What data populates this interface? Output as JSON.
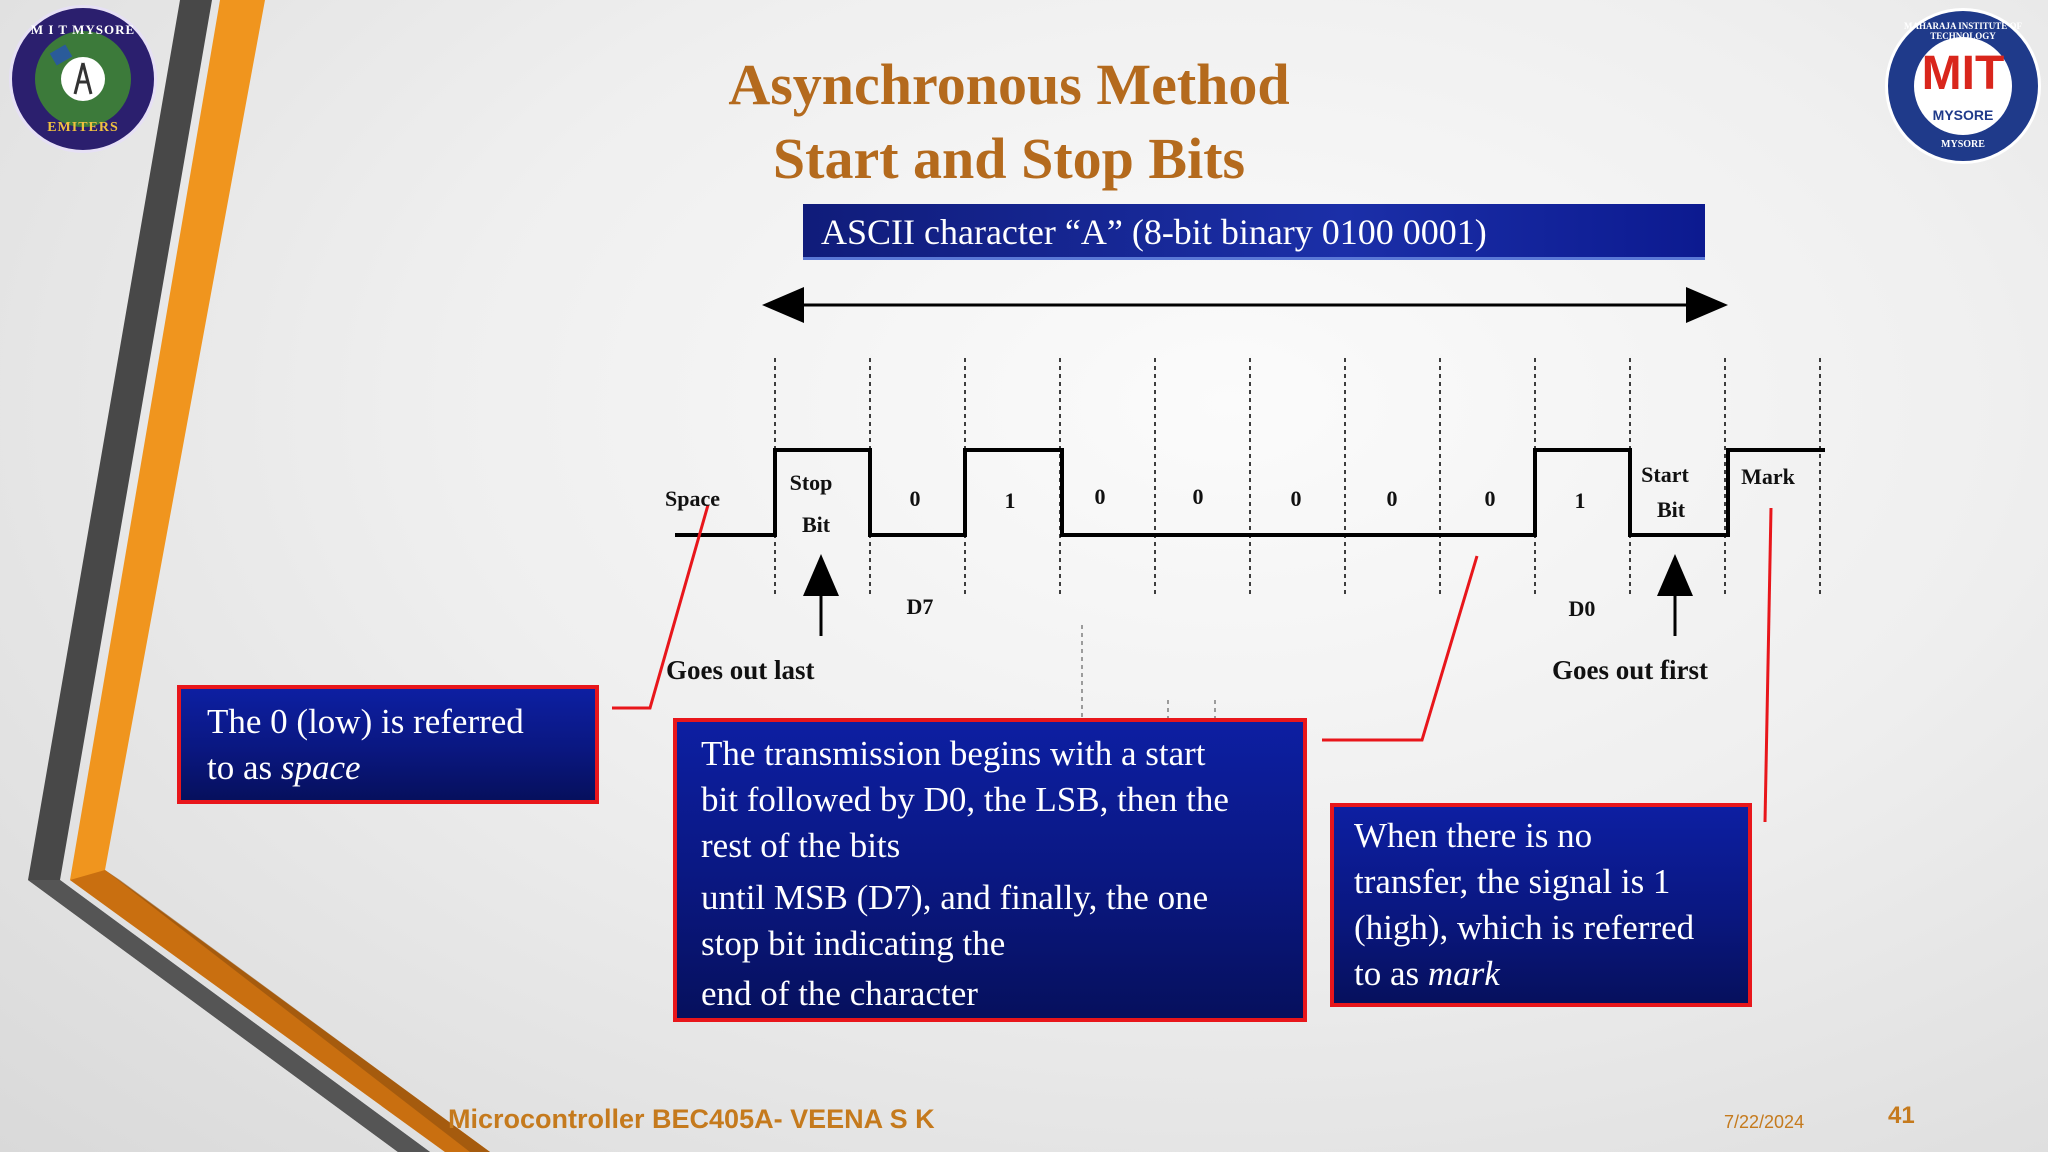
{
  "title": {
    "line1": "Asynchronous Method",
    "line2": "Start and Stop  Bits"
  },
  "ascii_bar": "ASCII character “A” (8-bit binary 0100 0001)",
  "waveform": {
    "space_label": "Space",
    "stop_label_1": "Stop",
    "stop_label_2": "Bit",
    "bits": [
      "0",
      "1",
      "0",
      "0",
      "0",
      "0",
      "0",
      "1"
    ],
    "start_label_1": "Start",
    "start_label_2": "Bit",
    "mark_label": "Mark",
    "d7_label": "D7",
    "d0_label": "D0",
    "goes_out_last": "Goes out last",
    "goes_out_first": "Goes out first"
  },
  "callouts": {
    "space": {
      "line1": "The 0 (low) is  referred",
      "line2_prefix": "to as ",
      "line2_italic": "space"
    },
    "transmission": {
      "line1": "The transmission begins with a start",
      "line2": "bit followed by D0, the  LSB, then the",
      "line3": "rest of  the bits",
      "line4": "until MSB (D7), and finally,  the one",
      "line5": "stop bit indicating the",
      "line6": "end of  the character"
    },
    "mark": {
      "line1": "When there is no",
      "line2": "transfer, the signal  is 1",
      "line3": "(high), which is referred",
      "line4_prefix": "to as ",
      "line4_italic": "mark"
    }
  },
  "logos": {
    "left_top_text": "M I T MYSORE",
    "left_bottom_text": "EMITERS",
    "right_main_text": "MIT",
    "right_sub_text": "MYSORE",
    "right_ring_text": "MAHARAJA INSTITUTE OF TECHNOLOGY",
    "right_bottom_text": "MYSORE"
  },
  "footer": {
    "course": "Microcontroller BEC405A- VEENA S K",
    "date": "7/22/2024",
    "page": "41"
  },
  "colors": {
    "title": "#b46a1d",
    "box_border": "#e8161b",
    "box_fill": "#0a1780",
    "orange_stripe": "#f0951e",
    "gray_stripe": "#4a4a4a"
  }
}
